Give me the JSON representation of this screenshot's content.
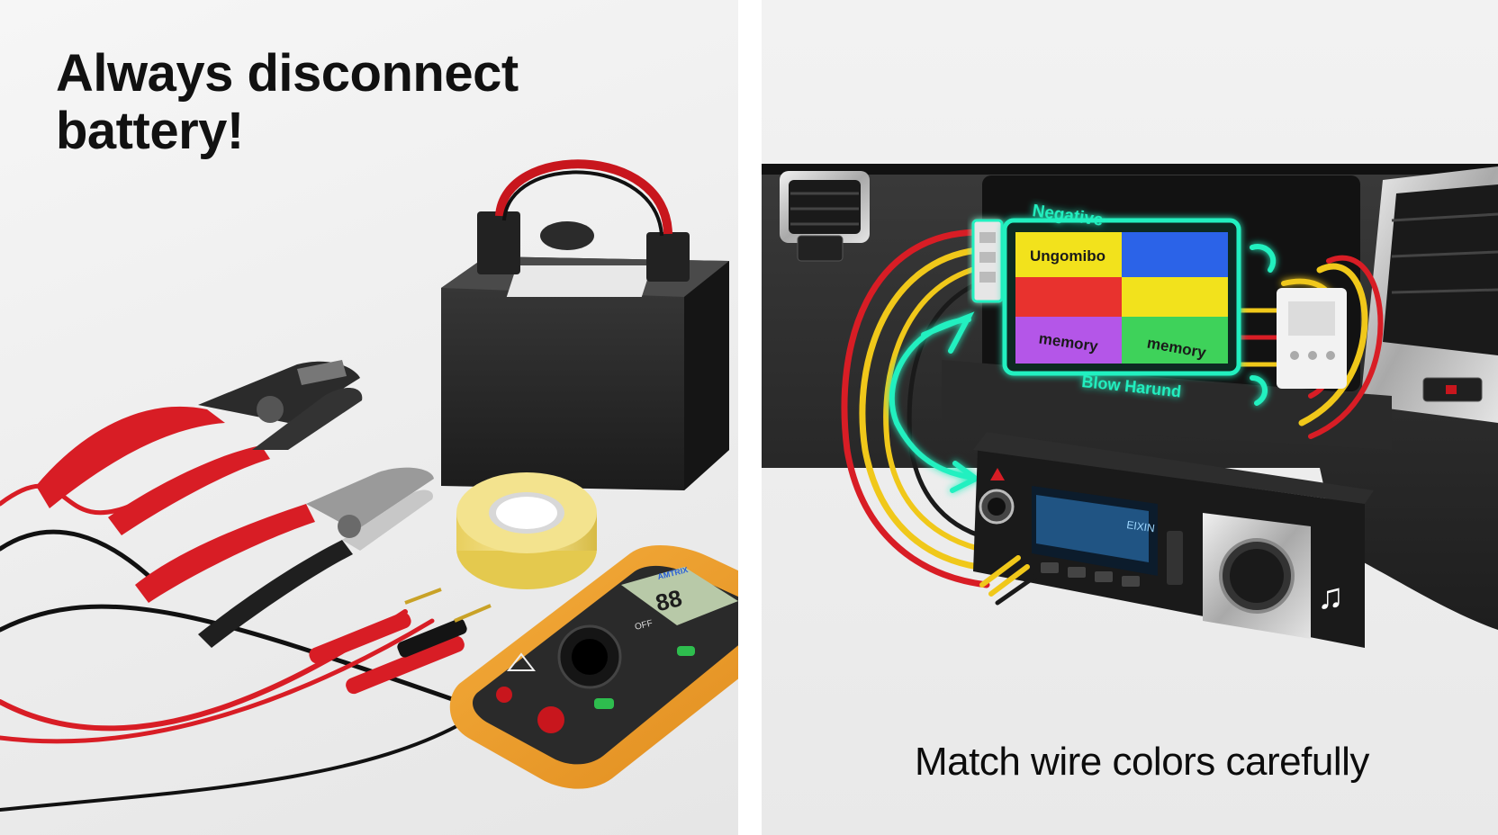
{
  "left_panel": {
    "caption": "Always disconnect battery!",
    "multimeter": {
      "brand": "AMTRIX",
      "display": "88",
      "dial_label": "OFF"
    }
  },
  "right_panel": {
    "caption": "Match wire colors carefully",
    "harness": {
      "top_label": "Negative",
      "bottom_label": "Blow Harund",
      "cells": [
        {
          "text": "Ungomibo",
          "color": "#f2e21c"
        },
        {
          "text": "",
          "color": "#2b63e8"
        },
        {
          "text": "",
          "color": "#e8322e"
        },
        {
          "text": "",
          "color": "#f2e21c"
        },
        {
          "text": "memory",
          "color": "#b456e8"
        },
        {
          "text": "memory",
          "color": "#3ed25a"
        }
      ]
    },
    "stereo": {
      "screen_text": "EIXIN"
    },
    "music_icon": "music-note-icon"
  },
  "colors": {
    "glow": "#22f0c0",
    "wire_red": "#d81d25",
    "wire_yellow": "#f0c81a"
  }
}
